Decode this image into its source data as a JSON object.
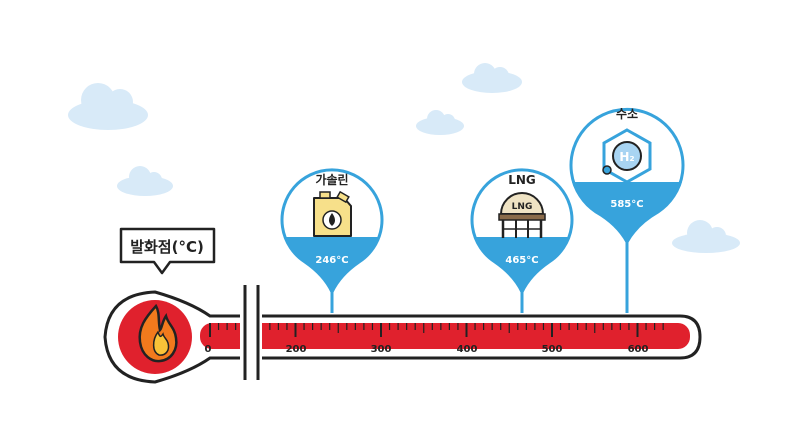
{
  "title": "발화점(°C)",
  "scale": {
    "labels": [
      "0",
      "200",
      "300",
      "400",
      "500",
      "600"
    ]
  },
  "markers": [
    {
      "name": "가솔린",
      "value_label": "246°C",
      "value": 246,
      "icon": "fuel-can-icon"
    },
    {
      "name": "LNG",
      "value_label": "465°C",
      "value": 465,
      "icon": "lng-tank-icon",
      "icon_text": "LNG"
    },
    {
      "name": "수소",
      "value_label": "585°C",
      "value": 585,
      "icon": "hydrogen-icon",
      "icon_text": "H₂"
    }
  ],
  "colors": {
    "accent": "#37a3dc",
    "mercury": "#e0212d",
    "outline": "#222222",
    "sky": "#d8eaf8",
    "flame_outer": "#f27a1d",
    "flame_inner": "#f9c338",
    "can": "#f7e08a"
  }
}
